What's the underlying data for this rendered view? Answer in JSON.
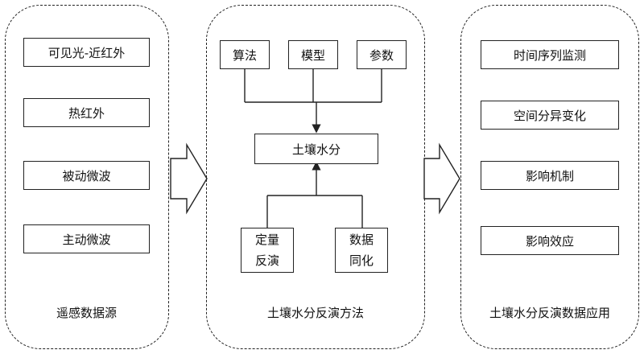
{
  "panels": {
    "left": {
      "caption": "遥感数据源",
      "items": [
        "可见光-近红外",
        "热红外",
        "被动微波",
        "主动微波"
      ]
    },
    "middle": {
      "caption": "土壤水分反演方法",
      "top_items": [
        "算法",
        "模型",
        "参数"
      ],
      "center": "土壤水分",
      "bottom_left": [
        "定量",
        "反演"
      ],
      "bottom_right": [
        "数据",
        "同化"
      ]
    },
    "right": {
      "caption": "土壤水分反演数据应用",
      "items": [
        "时间序列监测",
        "空间分异变化",
        "影响机制",
        "影响效应"
      ]
    }
  }
}
